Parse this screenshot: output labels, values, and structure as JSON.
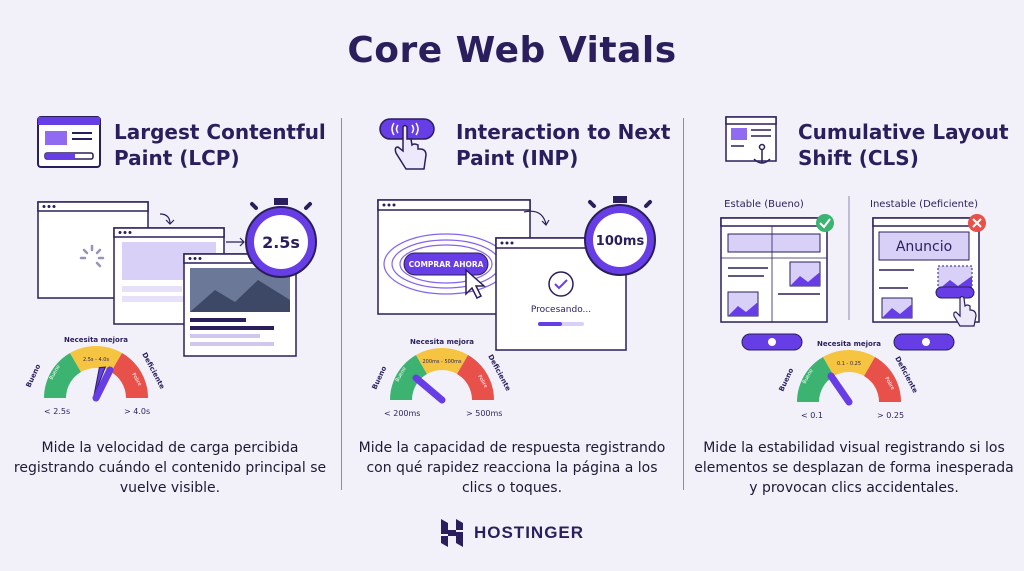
{
  "title": "Core Web Vitals",
  "colors": {
    "purple": "#673de6",
    "dark": "#2a1f5c",
    "light_purple": "#d8d0f7",
    "green": "#3cb371",
    "yellow": "#f5c542",
    "red": "#e8504a",
    "background": "#f2f1fa"
  },
  "metrics": [
    {
      "icon": "browser-window-icon",
      "title_line1": "Largest Contentful",
      "title_line2": "Paint (LCP)",
      "timer": "2.5s",
      "gauge": {
        "left_label": "Bueno",
        "middle_label": "Necesita mejora",
        "right_label": "Deficiente",
        "segment_left": "Bueno",
        "segment_middle": "2.5s - 4.0s",
        "segment_right": "Pobre",
        "min_label": "< 2.5s",
        "max_label": "> 4.0s"
      },
      "description": "Mide la velocidad de carga percibida registrando cuándo el contenido principal se vuelve visible."
    },
    {
      "icon": "tap-hand-icon",
      "title_line1": "Interaction to Next",
      "title_line2": "Paint (INP)",
      "timer": "100ms",
      "button_label": "COMPRAR AHORA",
      "processing_label": "Procesando...",
      "gauge": {
        "left_label": "Bueno",
        "middle_label": "Necesita mejora",
        "right_label": "Deficiente",
        "segment_left": "Bueno",
        "segment_middle": "200ms - 500ms",
        "segment_right": "Pobre",
        "min_label": "< 200ms",
        "max_label": "> 500ms"
      },
      "description": "Mide la capacidad de respuesta registrando con qué rapidez reacciona la página a los clics o toques."
    },
    {
      "icon": "anchored-layout-icon",
      "title_line1": "Cumulative Layout",
      "title_line2": "Shift (CLS)",
      "stable_label": "Estable (Bueno)",
      "unstable_label": "Inestable (Deficiente)",
      "ad_label": "Anuncio",
      "gauge": {
        "left_label": "Bueno",
        "middle_label": "Necesita mejora",
        "right_label": "Deficiente",
        "segment_left": "Bueno",
        "segment_middle": "0.1 - 0.25",
        "segment_right": "Pobre",
        "min_label": "< 0.1",
        "max_label": "> 0.25"
      },
      "description": "Mide la estabilidad visual registrando si los elementos se desplazan de forma inesperada y provocan clics accidentales."
    }
  ],
  "brand": "HOSTINGER"
}
